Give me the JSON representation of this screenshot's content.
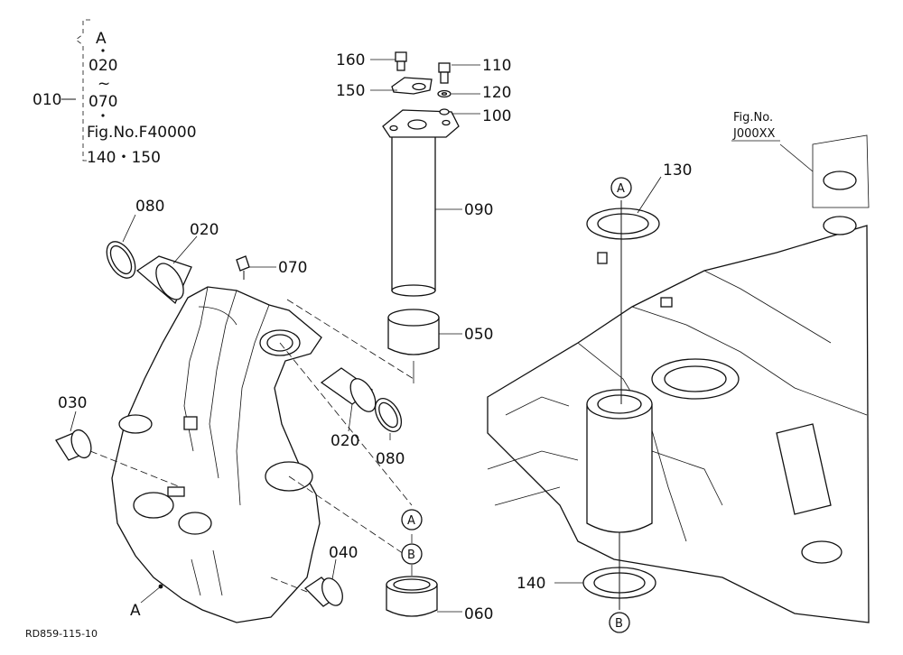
{
  "legend": {
    "line1": "A",
    "line2": "020",
    "line3": "~",
    "line4": "070",
    "line5": "Fig.No.F40000",
    "line6": "140・150",
    "parent": "010"
  },
  "fig_ref": {
    "label": "Fig.No.",
    "number": "J000XX"
  },
  "callouts": {
    "p160": "160",
    "p150": "150",
    "p110": "110",
    "p120": "120",
    "p100": "100",
    "p090": "090",
    "p080a": "080",
    "p020a": "020",
    "p070": "070",
    "p050": "050",
    "p030": "030",
    "p020b": "020",
    "p080b": "080",
    "p040": "040",
    "p060": "060",
    "p130": "130",
    "p140": "140"
  },
  "markers": {
    "A": "A",
    "B": "B"
  },
  "footer": {
    "code": "RD859-115-10"
  }
}
